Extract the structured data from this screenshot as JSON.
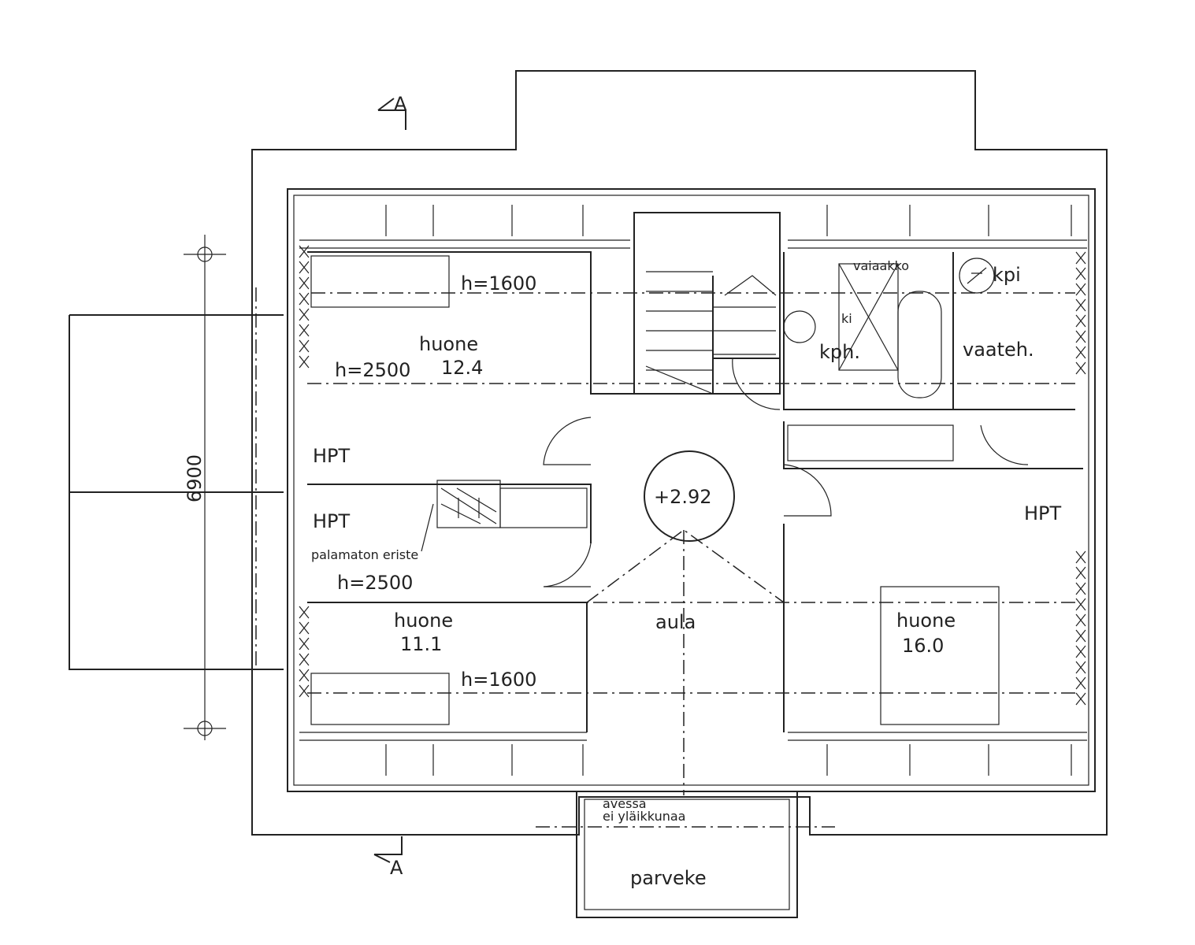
{
  "labels": {
    "section_top": "A",
    "section_bottom": "A",
    "dimension": "6900",
    "room_top_left": "huone",
    "area_top_left": "12.4",
    "height_top_left_1": "h=1600",
    "height_top_left_2": "h=2500",
    "hpt_left_top": "HPT",
    "hpt_left_bottom": "HPT",
    "hpt_right": "HPT",
    "insulation": "palamaton eriste",
    "room_bottom_left": "huone",
    "area_bottom_left": "11.1",
    "height_bottom_left_1": "h=2500",
    "height_bottom_left_2": "h=1600",
    "level": "+2.92",
    "hall": "aula",
    "room_right": "huone",
    "area_right": "16.0",
    "bath": "kph.",
    "closet": "vaateh.",
    "kpi": "kpi",
    "ki": "ki",
    "vaiaakko": "vaiaakko",
    "balcony": "parveke",
    "door_note_1": "avessa",
    "door_note_2": "ei yläikkunaa"
  }
}
